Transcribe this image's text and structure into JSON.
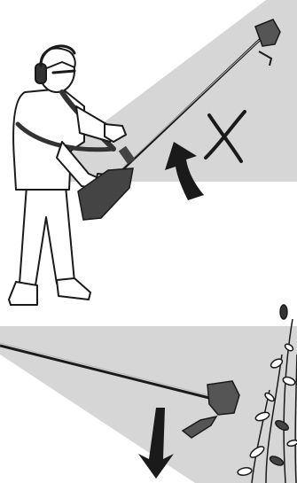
{
  "figures": [
    {
      "panel": "top",
      "subject": "operator",
      "action": "raised-trimmer",
      "arrow_direction": "up",
      "marker": "cross-mark"
    },
    {
      "panel": "bottom",
      "subject": "trimmer",
      "action": "lowered-trimmer",
      "arrow_direction": "down",
      "marker": ""
    }
  ],
  "colors": {
    "shading": "#d4d4d4",
    "line": "#1a1a1a",
    "arrow": "#1a1a1a",
    "trimmer_body": "#444444",
    "background": "#ffffff"
  }
}
